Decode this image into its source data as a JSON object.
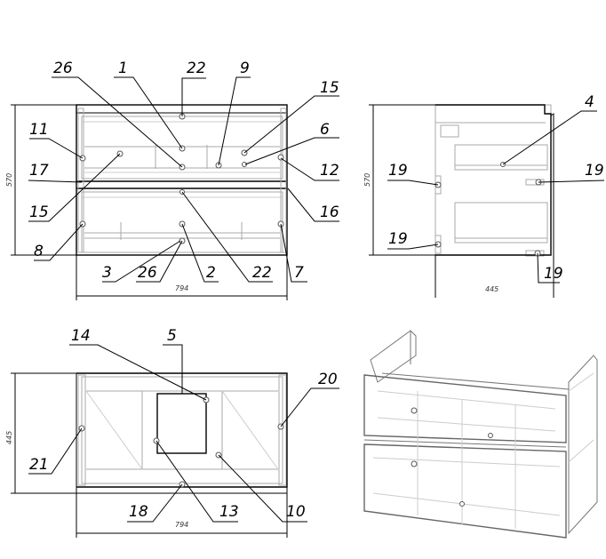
{
  "front_view": {
    "dim_height": "570",
    "dim_width": "794",
    "callouts": [
      "26",
      "1",
      "22",
      "9",
      "15",
      "6",
      "11",
      "12",
      "17",
      "16",
      "15",
      "8",
      "3",
      "26",
      "2",
      "22",
      "7"
    ]
  },
  "side_view": {
    "dim_height": "570",
    "dim_depth": "445",
    "callouts": [
      "4",
      "19",
      "19",
      "19",
      "19"
    ]
  },
  "bottom_view": {
    "dim_depth": "445",
    "dim_width": "794",
    "callouts": [
      "14",
      "5",
      "20",
      "21",
      "18",
      "13",
      "10"
    ]
  }
}
